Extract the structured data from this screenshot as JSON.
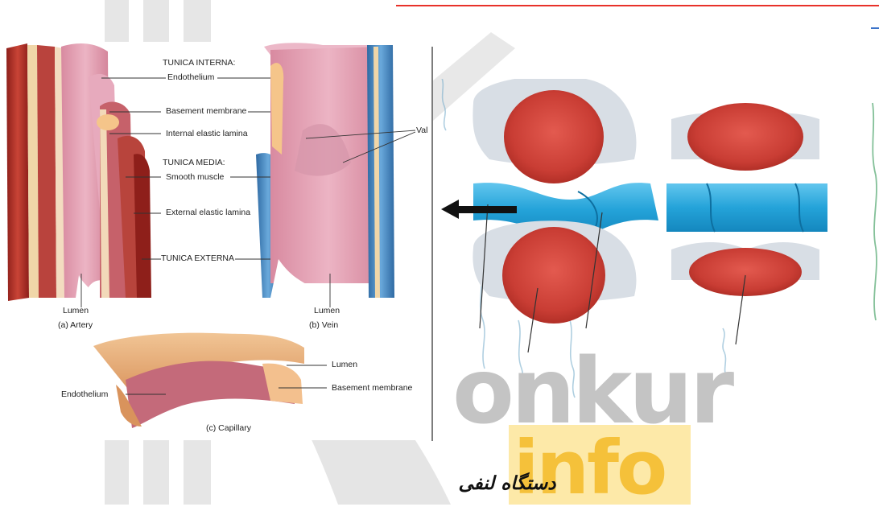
{
  "watermark": {
    "word1": "onkur",
    "word2": "info"
  },
  "artery_labels": {
    "tunica_interna": "TUNICA INTERNA:",
    "endothelium": "Endothelium",
    "basement_membrane": "Basement membrane",
    "internal_elastic_lamina": "Internal elastic lamina",
    "tunica_media": "TUNICA MEDIA:",
    "smooth_muscle": "Smooth muscle",
    "external_elastic_lamina": "External elastic lamina",
    "tunica_externa": "TUNICA EXTERNA",
    "lumen_artery": "Lumen",
    "caption_artery": "(a) Artery"
  },
  "vein_labels": {
    "valve": "Val",
    "lumen_vein": "Lumen",
    "caption_vein": "(b) Vein"
  },
  "capillary_labels": {
    "endothelium": "Endothelium",
    "lumen": "Lumen",
    "basement_membrane": "Basement membrane",
    "caption_capillary": "(c) Capillary"
  },
  "title": "دستگاه لنفی",
  "colors": {
    "artery_red": "#b3332c",
    "tissue_pink": "#e6a1b4",
    "vein_blue": "#4c8fc8",
    "lymph_blue": "#3ab0e0",
    "muscle_red": "#d9453c",
    "watermark_gray": "#c4c4c4",
    "watermark_orange": "#f5c13a",
    "accent_red": "#e8322a"
  }
}
